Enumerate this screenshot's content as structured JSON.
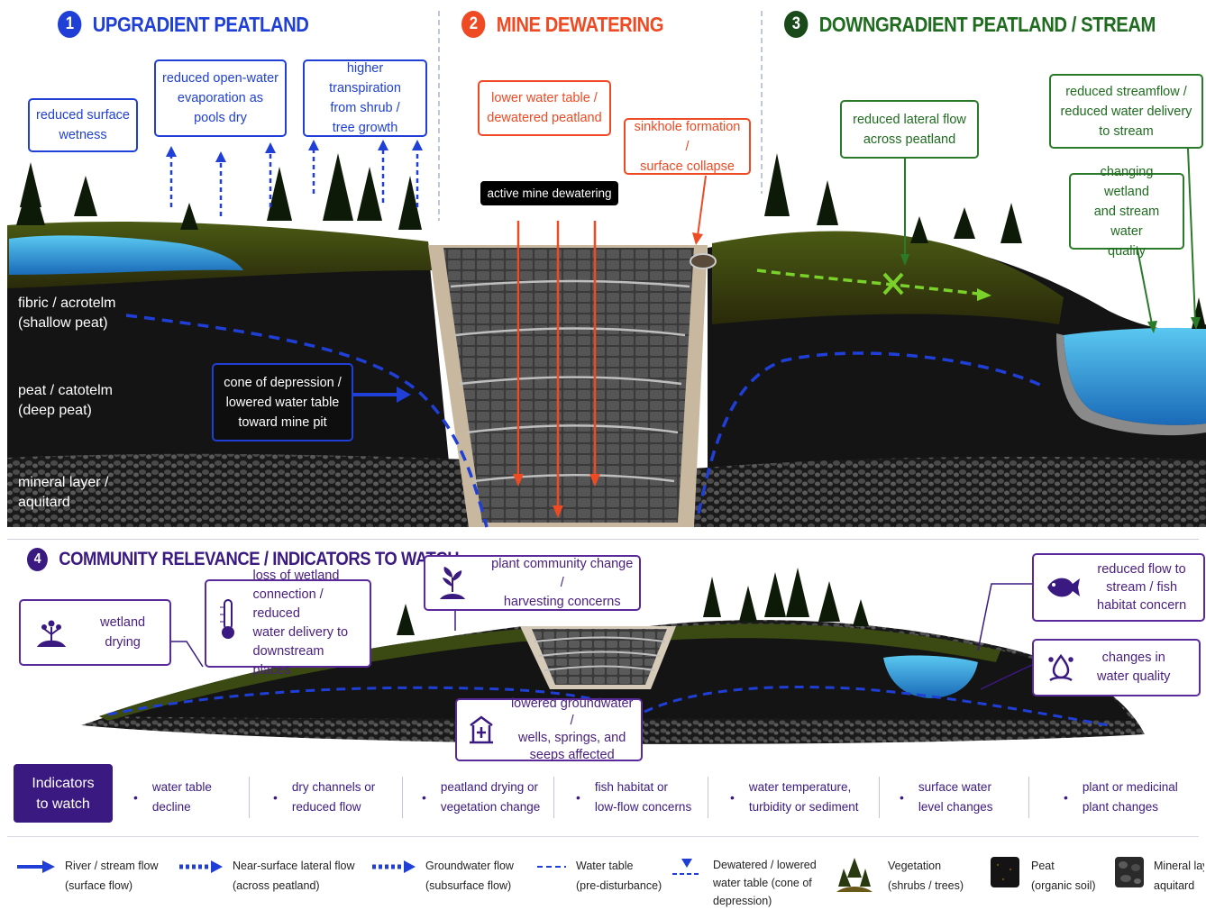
{
  "sections": {
    "s1": {
      "num": "1",
      "title": "UPGRADIENT PEATLAND",
      "color": "#1f3fd6"
    },
    "s2": {
      "num": "2",
      "title": "MINE DEWATERING",
      "color": "#ee4a24"
    },
    "s3": {
      "num": "3",
      "title": "DOWNGRADIENT PEATLAND / STREAM",
      "color": "#1f6b1f"
    },
    "s4": {
      "num": "4",
      "title": "COMMUNITY RELEVANCE / INDICATORS TO WATCH",
      "color": "#3a1a80"
    }
  },
  "upgradient": {
    "surface_wetness": "reduced surface\nwetness",
    "evaporation": "reduced open-water\nevaporation as\npools dry",
    "transpiration": "higher transpiration\nfrom shrub /\ntree growth",
    "cone": "cone of depression /\nlowered water table\ntoward mine pit"
  },
  "mine": {
    "lower_water_table": "lower water table /\ndewatered peatland",
    "sinkhole": "sinkhole formation /\nsurface collapse",
    "active_label": "active mine dewatering"
  },
  "downgradient": {
    "lateral_flow": "reduced lateral flow\nacross peatland",
    "streamflow": "reduced streamflow /\nreduced water delivery\nto stream",
    "water_quality": "changing wetland\nand stream water\nquality"
  },
  "layers": {
    "fibric": "fibric / acrotelm\n(shallow peat)",
    "peat": "peat / catotelm\n(deep peat)",
    "mineral": "mineral layer /\naquitard"
  },
  "community": {
    "wetland_drying": "wetland drying",
    "loss_connection": "loss of wetland\nconnection / reduced\nwater delivery to\ndownstream places",
    "plant_change": "plant community change /\nharvesting concerns",
    "groundwater": "lowered groundwater /\nwells, springs, and\nseeps affected",
    "fish": "reduced flow to\nstream / fish\nhabitat concern",
    "water_quality": "changes in\nwater quality"
  },
  "indicators": {
    "heading": "Indicators\nto watch",
    "items": [
      "water table\ndecline",
      "dry channels or\nreduced flow",
      "peatland drying or\nvegetation change",
      "fish habitat or\nlow-flow concerns",
      "water  temperature,\nturbidity or sediment",
      "surface water\nlevel changes",
      "plant  or medicinal\nplant changes"
    ]
  },
  "legend": {
    "river": "River / stream flow\n(surface flow)",
    "lateral": "Near-surface lateral flow\n(across peatland)",
    "groundwater": "Groundwater flow\n(subsurface flow)",
    "water_table": "Water table\n(pre-disturbance)",
    "dewatered": "Dewatered / lowered\nwater table (cone of\ndepression)",
    "vegetation": "Vegetation\n(shrubs / trees)",
    "peat": "Peat\n(organic soil)",
    "mineral": "Mineral layer /\naquitard"
  },
  "colors": {
    "blue": "#1f3fd6",
    "orange": "#ee4a24",
    "green": "#2a7a2a",
    "purple": "#3a1a80",
    "lateral_green": "#7ad12a"
  }
}
